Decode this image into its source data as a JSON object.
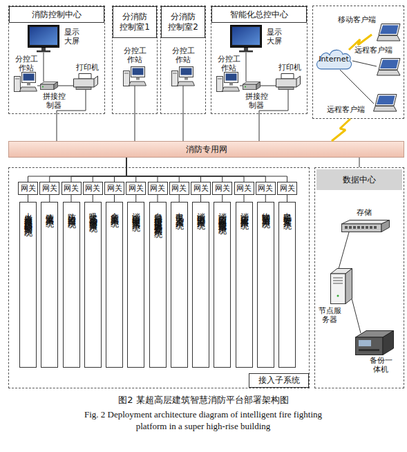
{
  "diagram": {
    "caption": "图2 某超高层建筑智慧消防平台部署架构图",
    "nodes": [
      {
        "text": [
          "消防控制中心",
          "显示大屏",
          "分控工作站",
          "打印机",
          "拼接控制器"
        ]
      },
      {
        "text": [
          "分消防控制室1",
          "分控工作站"
        ]
      },
      {
        "text": [
          "分消防控制室2",
          "分控工作站"
        ]
      },
      {
        "text": [
          "智能化总控中心",
          "显示大屏",
          "分控工作站",
          "打印机",
          "拼接控制器"
        ]
      },
      {
        "text": [
          "移动客户端",
          "远程客户端",
          "远程客户端"
        ]
      },
      {
        "text": [
          "Internet"
        ],
        "in": 4
      },
      {
        "text": [
          "消防专用网"
        ]
      },
      {
        "text": [
          "接入子系统"
        ]
      },
      {
        "text": [
          "网关"
        ],
        "in": 7
      },
      {
        "text": [
          "网关"
        ],
        "in": 7
      },
      {
        "text": [
          "网关"
        ],
        "in": 7
      },
      {
        "text": [
          "网关"
        ],
        "in": 7
      },
      {
        "text": [
          "网关"
        ],
        "in": 7
      },
      {
        "text": [
          "网关"
        ],
        "in": 7
      },
      {
        "text": [
          "网关"
        ],
        "in": 7
      },
      {
        "text": [
          "网关"
        ],
        "in": 7
      },
      {
        "text": [
          "网关"
        ],
        "in": 7
      },
      {
        "text": [
          "网关"
        ],
        "in": 7
      },
      {
        "text": [
          "网关"
        ],
        "in": 7
      },
      {
        "text": [
          "网关"
        ],
        "in": 7
      },
      {
        "text": [
          "网关"
        ],
        "in": 7
      },
      {
        "text": [
          "火灾自动报警及消防联动控制系统"
        ],
        "in": 7
      },
      {
        "text": [
          "液位监测系统"
        ],
        "in": 7
      },
      {
        "text": [
          "防火门监控系统"
        ],
        "in": 7
      },
      {
        "text": [
          "吸气式火灾探测报警系统"
        ],
        "in": 7
      },
      {
        "text": [
          "余压监测系统"
        ],
        "in": 7
      },
      {
        "text": [
          "消防自动末端试水系统"
        ],
        "in": 7
      },
      {
        "text": [
          "自动跟踪定位射流灭火装置控制系统"
        ],
        "in": 7
      },
      {
        "text": [
          "电气火灾监控系统"
        ],
        "in": 7
      },
      {
        "text": [
          "消防电源监控系统"
        ],
        "in": 7
      },
      {
        "text": [
          "消防应急照明和疏散指示系统"
        ],
        "in": 7
      },
      {
        "text": [
          "消防应急广播系统"
        ],
        "in": 7
      },
      {
        "text": [
          "物联网监测系统"
        ],
        "in": 7
      },
      {
        "text": [
          "电子标签管理系统"
        ],
        "in": 7
      },
      {
        "text": [
          "数据中心",
          "存储",
          "节点服务器",
          "备份一体机"
        ]
      }
    ],
    "edges": [
      {
        "from": 0,
        "to": 6,
        "arrow": "none"
      },
      {
        "from": 1,
        "to": 6,
        "arrow": "none"
      },
      {
        "from": 2,
        "to": 6,
        "arrow": "none"
      },
      {
        "from": 3,
        "to": 6,
        "arrow": "none"
      },
      {
        "from": 4,
        "to": 6,
        "arrow": "none"
      },
      {
        "from": 6,
        "to": 8,
        "arrow": "none"
      },
      {
        "from": 6,
        "to": 9,
        "arrow": "none"
      },
      {
        "from": 6,
        "to": 10,
        "arrow": "none"
      },
      {
        "from": 6,
        "to": 11,
        "arrow": "none"
      },
      {
        "from": 6,
        "to": 12,
        "arrow": "none"
      },
      {
        "from": 6,
        "to": 13,
        "arrow": "none"
      },
      {
        "from": 6,
        "to": 14,
        "arrow": "none"
      },
      {
        "from": 6,
        "to": 15,
        "arrow": "none"
      },
      {
        "from": 6,
        "to": 16,
        "arrow": "none"
      },
      {
        "from": 6,
        "to": 17,
        "arrow": "none"
      },
      {
        "from": 6,
        "to": 18,
        "arrow": "none"
      },
      {
        "from": 6,
        "to": 19,
        "arrow": "none"
      },
      {
        "from": 6,
        "to": 20,
        "arrow": "none"
      },
      {
        "from": 8,
        "to": 21,
        "arrow": "none"
      },
      {
        "from": 9,
        "to": 22,
        "arrow": "none"
      },
      {
        "from": 10,
        "to": 23,
        "arrow": "none"
      },
      {
        "from": 11,
        "to": 24,
        "arrow": "none"
      },
      {
        "from": 12,
        "to": 25,
        "arrow": "none"
      },
      {
        "from": 13,
        "to": 26,
        "arrow": "none"
      },
      {
        "from": 14,
        "to": 27,
        "arrow": "none"
      },
      {
        "from": 15,
        "to": 28,
        "arrow": "none"
      },
      {
        "from": 16,
        "to": 29,
        "arrow": "none"
      },
      {
        "from": 17,
        "to": 30,
        "arrow": "none"
      },
      {
        "from": 18,
        "to": 31,
        "arrow": "none"
      },
      {
        "from": 19,
        "to": 32,
        "arrow": "none"
      },
      {
        "from": 20,
        "to": 33,
        "arrow": "none"
      },
      {
        "from": 6,
        "to": 34,
        "arrow": "none"
      }
    ],
    "labels": [
      "Fig. 2 Deployment architecture diagram of intelligent fire fighting platform in a super high-rise building"
    ]
  }
}
